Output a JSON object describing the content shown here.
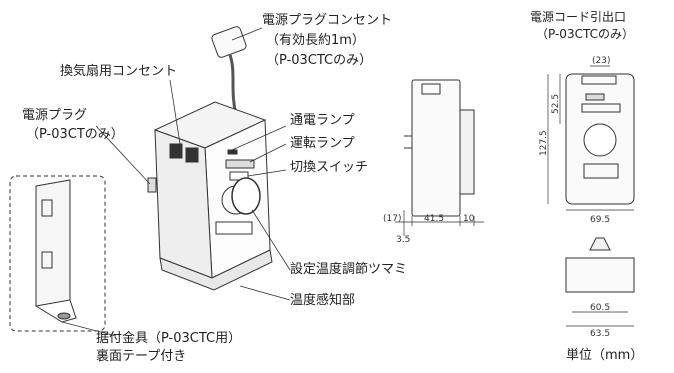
{
  "labels": {
    "plug_outlet_line1": "電源プラグコンセント",
    "plug_outlet_line2": "（有効長約1m）",
    "plug_outlet_line3": "（P-03CTCのみ）",
    "fan_outlet": "換気扇用コンセント",
    "power_plug_line1": "電源プラグ",
    "power_plug_line2": "（P-03CTのみ）",
    "power_lamp": "通電ランプ",
    "run_lamp": "運転ランプ",
    "switch": "切換スイッチ",
    "temp_knob": "設定温度調節ツマミ",
    "sensor": "温度感知部",
    "bracket_line1": "据付金具（P-03CTC用）",
    "bracket_line2": "裏面テープ付き",
    "cord_outlet_line1": "電源コード引出口",
    "cord_outlet_line2": "（P-03CTCのみ）",
    "unit": "単位（mm）"
  },
  "dimensions": {
    "d17": "(17)",
    "d41_5": "41.5",
    "d10": "10",
    "d3_5": "3.5",
    "d23": "(23)",
    "d52_5": "52.5",
    "d127_5": "127.5",
    "d69_5": "69.5",
    "d60_5": "60.5",
    "d63_5": "63.5"
  }
}
